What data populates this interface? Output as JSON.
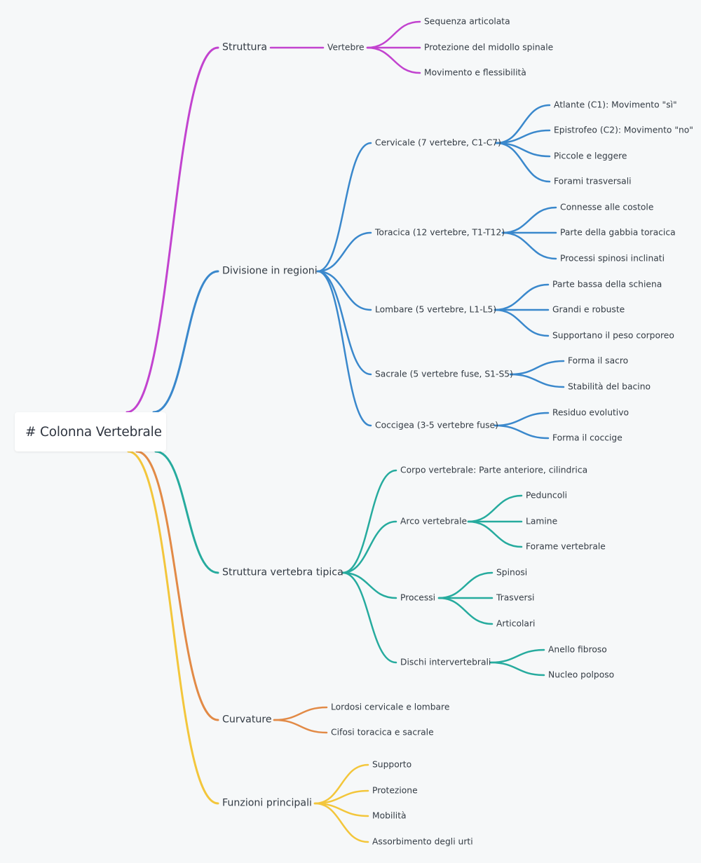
{
  "root": {
    "label": "# Colonna Vertebrale"
  },
  "branches": [
    {
      "label": "Struttura",
      "color": "#c243cf",
      "children": [
        {
          "label": "Vertebre",
          "children": [
            {
              "label": "Sequenza articolata"
            },
            {
              "label": "Protezione del midollo spinale"
            },
            {
              "label": "Movimento e flessibilità"
            }
          ]
        }
      ]
    },
    {
      "label": "Divisione in regioni",
      "color": "#3a88cc",
      "children": [
        {
          "label": "Cervicale (7 vertebre, C1-C7)",
          "children": [
            {
              "label": "Atlante (C1): Movimento \"sì\""
            },
            {
              "label": "Epistrofeo (C2): Movimento \"no\""
            },
            {
              "label": "Piccole e leggere"
            },
            {
              "label": "Forami trasversali"
            }
          ]
        },
        {
          "label": "Toracica (12 vertebre, T1-T12)",
          "children": [
            {
              "label": "Connesse alle costole"
            },
            {
              "label": "Parte della gabbia toracica"
            },
            {
              "label": "Processi spinosi inclinati"
            }
          ]
        },
        {
          "label": "Lombare (5 vertebre, L1-L5)",
          "children": [
            {
              "label": "Parte bassa della schiena"
            },
            {
              "label": "Grandi e robuste"
            },
            {
              "label": "Supportano il peso corporeo"
            }
          ]
        },
        {
          "label": "Sacrale (5 vertebre fuse, S1-S5)",
          "children": [
            {
              "label": "Forma il sacro"
            },
            {
              "label": "Stabilità del bacino"
            }
          ]
        },
        {
          "label": "Coccigea (3-5 vertebre fuse)",
          "children": [
            {
              "label": "Residuo evolutivo"
            },
            {
              "label": "Forma il coccige"
            }
          ]
        }
      ]
    },
    {
      "label": "Struttura vertebra tipica",
      "color": "#26ab9e",
      "children": [
        {
          "label": "Corpo vertebrale: Parte anteriore, cilindrica",
          "children": []
        },
        {
          "label": "Arco vertebrale",
          "children": [
            {
              "label": "Peduncoli"
            },
            {
              "label": "Lamine"
            },
            {
              "label": "Forame vertebrale"
            }
          ]
        },
        {
          "label": "Processi",
          "children": [
            {
              "label": "Spinosi"
            },
            {
              "label": "Trasversi"
            },
            {
              "label": "Articolari"
            }
          ]
        },
        {
          "label": "Dischi intervertebrali",
          "children": [
            {
              "label": "Anello fibroso"
            },
            {
              "label": "Nucleo polposo"
            }
          ]
        }
      ]
    },
    {
      "label": "Curvature",
      "color": "#e28a46",
      "children": [
        {
          "label": "Lordosi cervicale e lombare",
          "children": []
        },
        {
          "label": "Cifosi toracica e sacrale",
          "children": []
        }
      ]
    },
    {
      "label": "Funzioni principali",
      "color": "#f3c63b",
      "children": [
        {
          "label": "Supporto",
          "children": []
        },
        {
          "label": "Protezione",
          "children": []
        },
        {
          "label": "Mobilità",
          "children": []
        },
        {
          "label": "Assorbimento degli urti",
          "children": []
        }
      ]
    }
  ]
}
